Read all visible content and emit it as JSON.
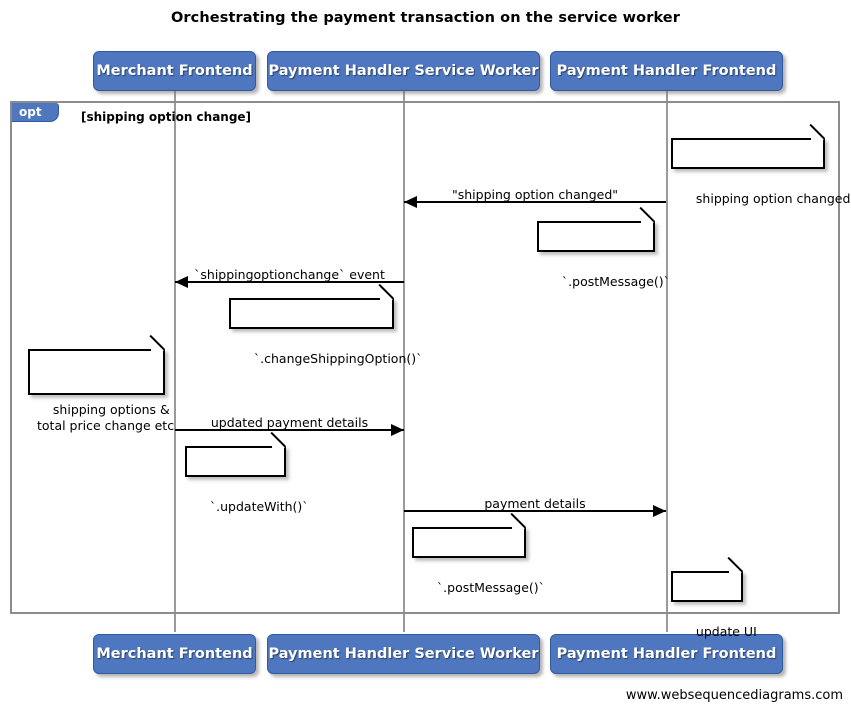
{
  "title": "Orchestrating the payment transaction on the service worker",
  "colors": {
    "participant_fill": "#4e77c0",
    "participant_border": "#2f5b9e",
    "participant_text": "#ffffff",
    "frame_border": "#8c8c8c",
    "lifeline": "#9a9a9a",
    "arrow": "#000000",
    "note_fill": "#ffffff",
    "note_border": "#000000",
    "background": "#ffffff"
  },
  "participants": [
    {
      "id": "merchant-frontend",
      "label": "Merchant Frontend"
    },
    {
      "id": "payment-handler-service-worker",
      "label": "Payment Handler Service Worker"
    },
    {
      "id": "payment-handler-frontend",
      "label": "Payment Handler Frontend"
    }
  ],
  "fragment": {
    "type": "opt",
    "tag": "opt",
    "guard": "[shipping option change]"
  },
  "messages": [
    {
      "id": "shipping-option-changed",
      "label": "\"shipping option changed\"",
      "from": "payment-handler-frontend",
      "to": "payment-handler-service-worker",
      "direction": "left"
    },
    {
      "id": "shippingoptionchange-event",
      "label": "`shippingoptionchange` event",
      "from": "payment-handler-service-worker",
      "to": "merchant-frontend",
      "direction": "left"
    },
    {
      "id": "updated-payment-details",
      "label": "updated payment details",
      "from": "merchant-frontend",
      "to": "payment-handler-service-worker",
      "direction": "right"
    },
    {
      "id": "payment-details",
      "label": "payment details",
      "from": "payment-handler-service-worker",
      "to": "payment-handler-frontend",
      "direction": "right"
    }
  ],
  "notes": [
    {
      "id": "note-shipping-option-changed",
      "text": "shipping option changed"
    },
    {
      "id": "note-post-message-1",
      "text": "`.postMessage()`"
    },
    {
      "id": "note-change-shipping-option",
      "text": "`.changeShippingOption()`"
    },
    {
      "id": "note-shipping-options-total-price",
      "text": "shipping options &\ntotal price change etc"
    },
    {
      "id": "note-update-with",
      "text": "`.updateWith()`"
    },
    {
      "id": "note-post-message-2",
      "text": "`.postMessage()`"
    },
    {
      "id": "note-update-ui",
      "text": "update UI"
    }
  ],
  "watermark": "www.websequencediagrams.com"
}
